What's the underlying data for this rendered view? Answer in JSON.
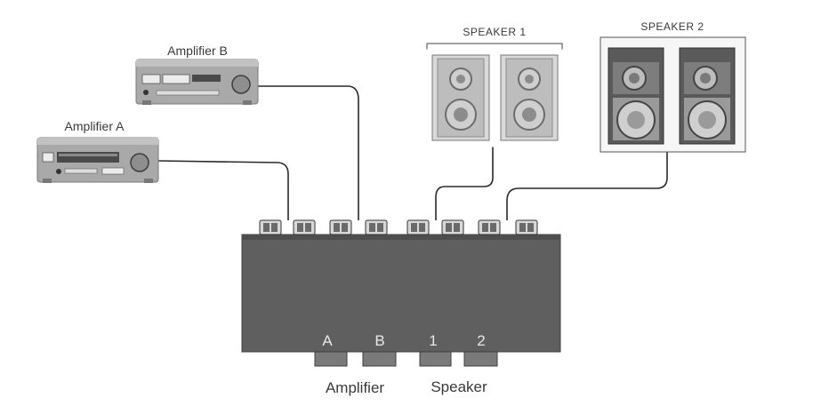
{
  "colors": {
    "box": "#5f5f5f",
    "box_top": "#4e4e4e",
    "button": "#7a7a7a",
    "amp_body": "#a9a9a9",
    "speaker1_cabinet": "#bdbdbd",
    "speaker2_cabinet": "#5a5a5a",
    "cable": "#2a2a2a"
  },
  "labels": {
    "amp_a": "Amplifier A",
    "amp_b": "Amplifier B",
    "speaker1": "SPEAKER 1",
    "speaker2": "SPEAKER 2",
    "btn_a": "A",
    "btn_b": "B",
    "btn_1": "1",
    "btn_2": "2",
    "amplifier_group": "Amplifier",
    "speaker_group": "Speaker"
  }
}
